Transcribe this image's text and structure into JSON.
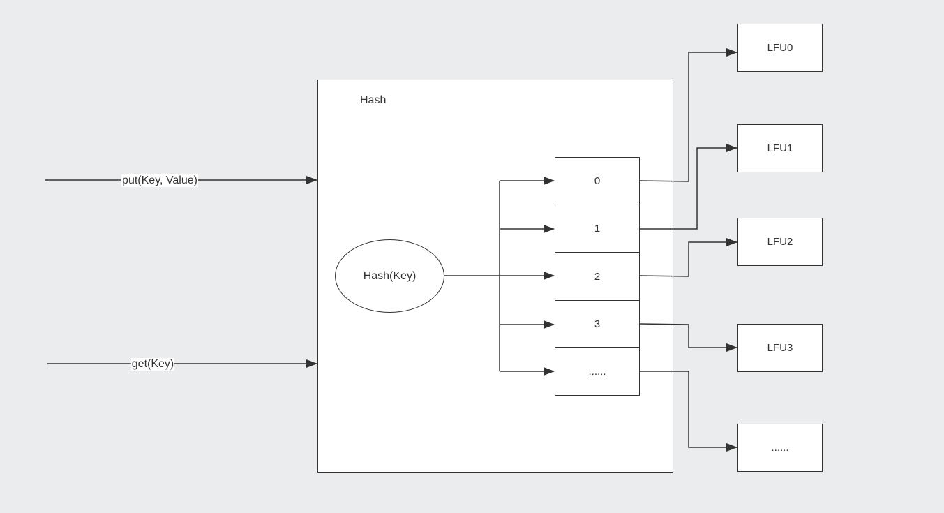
{
  "inputs": {
    "put_label": "put(Key, Value)",
    "get_label": "get(Key)"
  },
  "hash_container": {
    "title": "Hash"
  },
  "hash_function": {
    "label": "Hash(Key)"
  },
  "buckets": [
    "0",
    "1",
    "2",
    "3",
    "......"
  ],
  "lfu_nodes": [
    "LFU0",
    "LFU1",
    "LFU2",
    "LFU3",
    "......"
  ],
  "colors": {
    "background": "#ebecee",
    "stroke": "#333333",
    "fill": "#ffffff"
  }
}
